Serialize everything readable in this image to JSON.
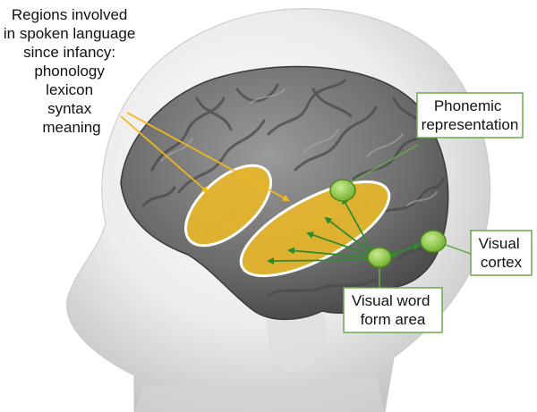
{
  "annotations": {
    "regions_text": [
      "Regions involved",
      "in spoken language",
      "since infancy:",
      "phonology",
      "lexicon",
      "syntax",
      "meaning"
    ],
    "phonemic_label": [
      "Phonemic",
      "representation"
    ],
    "visual_cortex_label": [
      "Visual",
      "cortex"
    ],
    "vwfa_label": [
      "Visual word",
      "form area"
    ]
  },
  "colors": {
    "language_region": "#e8b62a",
    "node_fill": "#8cc63e",
    "node_edge": "#4f8a1c",
    "arrow_green": "#2e8b2e",
    "pointer_yellow": "#f0b81c",
    "label_border": "#6aa84f",
    "head": "#e6e6e6",
    "brain": "#767676"
  }
}
